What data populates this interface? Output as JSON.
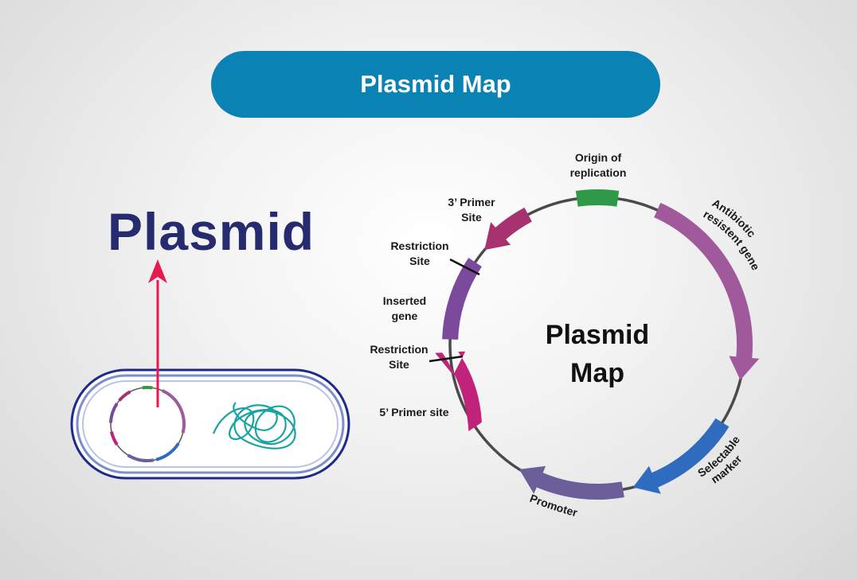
{
  "title": "Plasmid Map",
  "plasmid_heading": "Plasmid",
  "center_label": {
    "line1": "Plasmid",
    "line2": "Map"
  },
  "labels": {
    "origin": {
      "line1": "Origin of",
      "line2": "replication"
    },
    "primer3": {
      "line1": "3’ Primer",
      "line2": "Site"
    },
    "restriction_top": {
      "line1": "Restriction",
      "line2": "Site"
    },
    "inserted": {
      "line1": "Inserted",
      "line2": "gene"
    },
    "restriction_bottom": {
      "line1": "Restriction",
      "line2": "Site"
    },
    "primer5": "5’ Primer site",
    "antibiotic": {
      "line1": "Antibiotic",
      "line2": "resistent gene"
    },
    "selectable": {
      "line1": "Selectable",
      "line2": "marker"
    },
    "promoter": "Promoter"
  },
  "colors": {
    "banner": "#0b82b4",
    "heading": "#262a6e",
    "arrow": "#e8194f",
    "origin": "#2e9a47",
    "antibiotic": "#a05a9c",
    "selectable": "#2f6bbf",
    "promoter": "#6a5f99",
    "primer5": "#c2237a",
    "inserted": "#7b4a9c",
    "primer3": "#a8326f",
    "dna": "#1aa3a3",
    "cell_border": "#1c2b8a"
  }
}
